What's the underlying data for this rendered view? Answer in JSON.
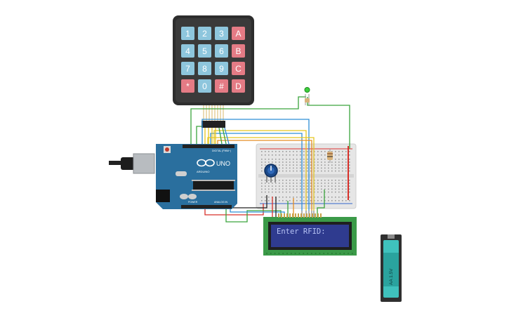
{
  "keypad": {
    "keys": [
      {
        "label": "1",
        "kind": "num"
      },
      {
        "label": "2",
        "kind": "num"
      },
      {
        "label": "3",
        "kind": "num"
      },
      {
        "label": "A",
        "kind": "fn"
      },
      {
        "label": "4",
        "kind": "num"
      },
      {
        "label": "5",
        "kind": "num"
      },
      {
        "label": "6",
        "kind": "num"
      },
      {
        "label": "B",
        "kind": "fn"
      },
      {
        "label": "7",
        "kind": "num"
      },
      {
        "label": "8",
        "kind": "num"
      },
      {
        "label": "9",
        "kind": "num"
      },
      {
        "label": "C",
        "kind": "fn"
      },
      {
        "label": "*",
        "kind": "fn"
      },
      {
        "label": "0",
        "kind": "num"
      },
      {
        "label": "#",
        "kind": "fn"
      },
      {
        "label": "D",
        "kind": "fn"
      }
    ],
    "colors": {
      "frame": "#2d2d2d",
      "num_key": "#8ec6dd",
      "fn_key": "#e47b85"
    }
  },
  "arduino": {
    "model": "UNO",
    "brand": "ARDUINO",
    "digital_label": "DIGITAL (PWM~)",
    "power_label": "POWER",
    "analog_label": "ANALOG IN",
    "color": "#2a6f9e"
  },
  "lcd": {
    "text": "Enter RFID:",
    "colors": {
      "board": "#3b9a48",
      "screen": "#2f3b8f",
      "text": "#b7c3f5"
    }
  },
  "battery": {
    "label": "AA 1.5V",
    "colors": {
      "body": "#3fc2bd",
      "holder": "#2f2f2f"
    }
  },
  "wire_colors": {
    "green": "#3aa43c",
    "blue": "#2e8fd6",
    "yellow": "#e5c51f",
    "orange": "#e58e24",
    "red": "#d8302a",
    "black": "#222222"
  }
}
